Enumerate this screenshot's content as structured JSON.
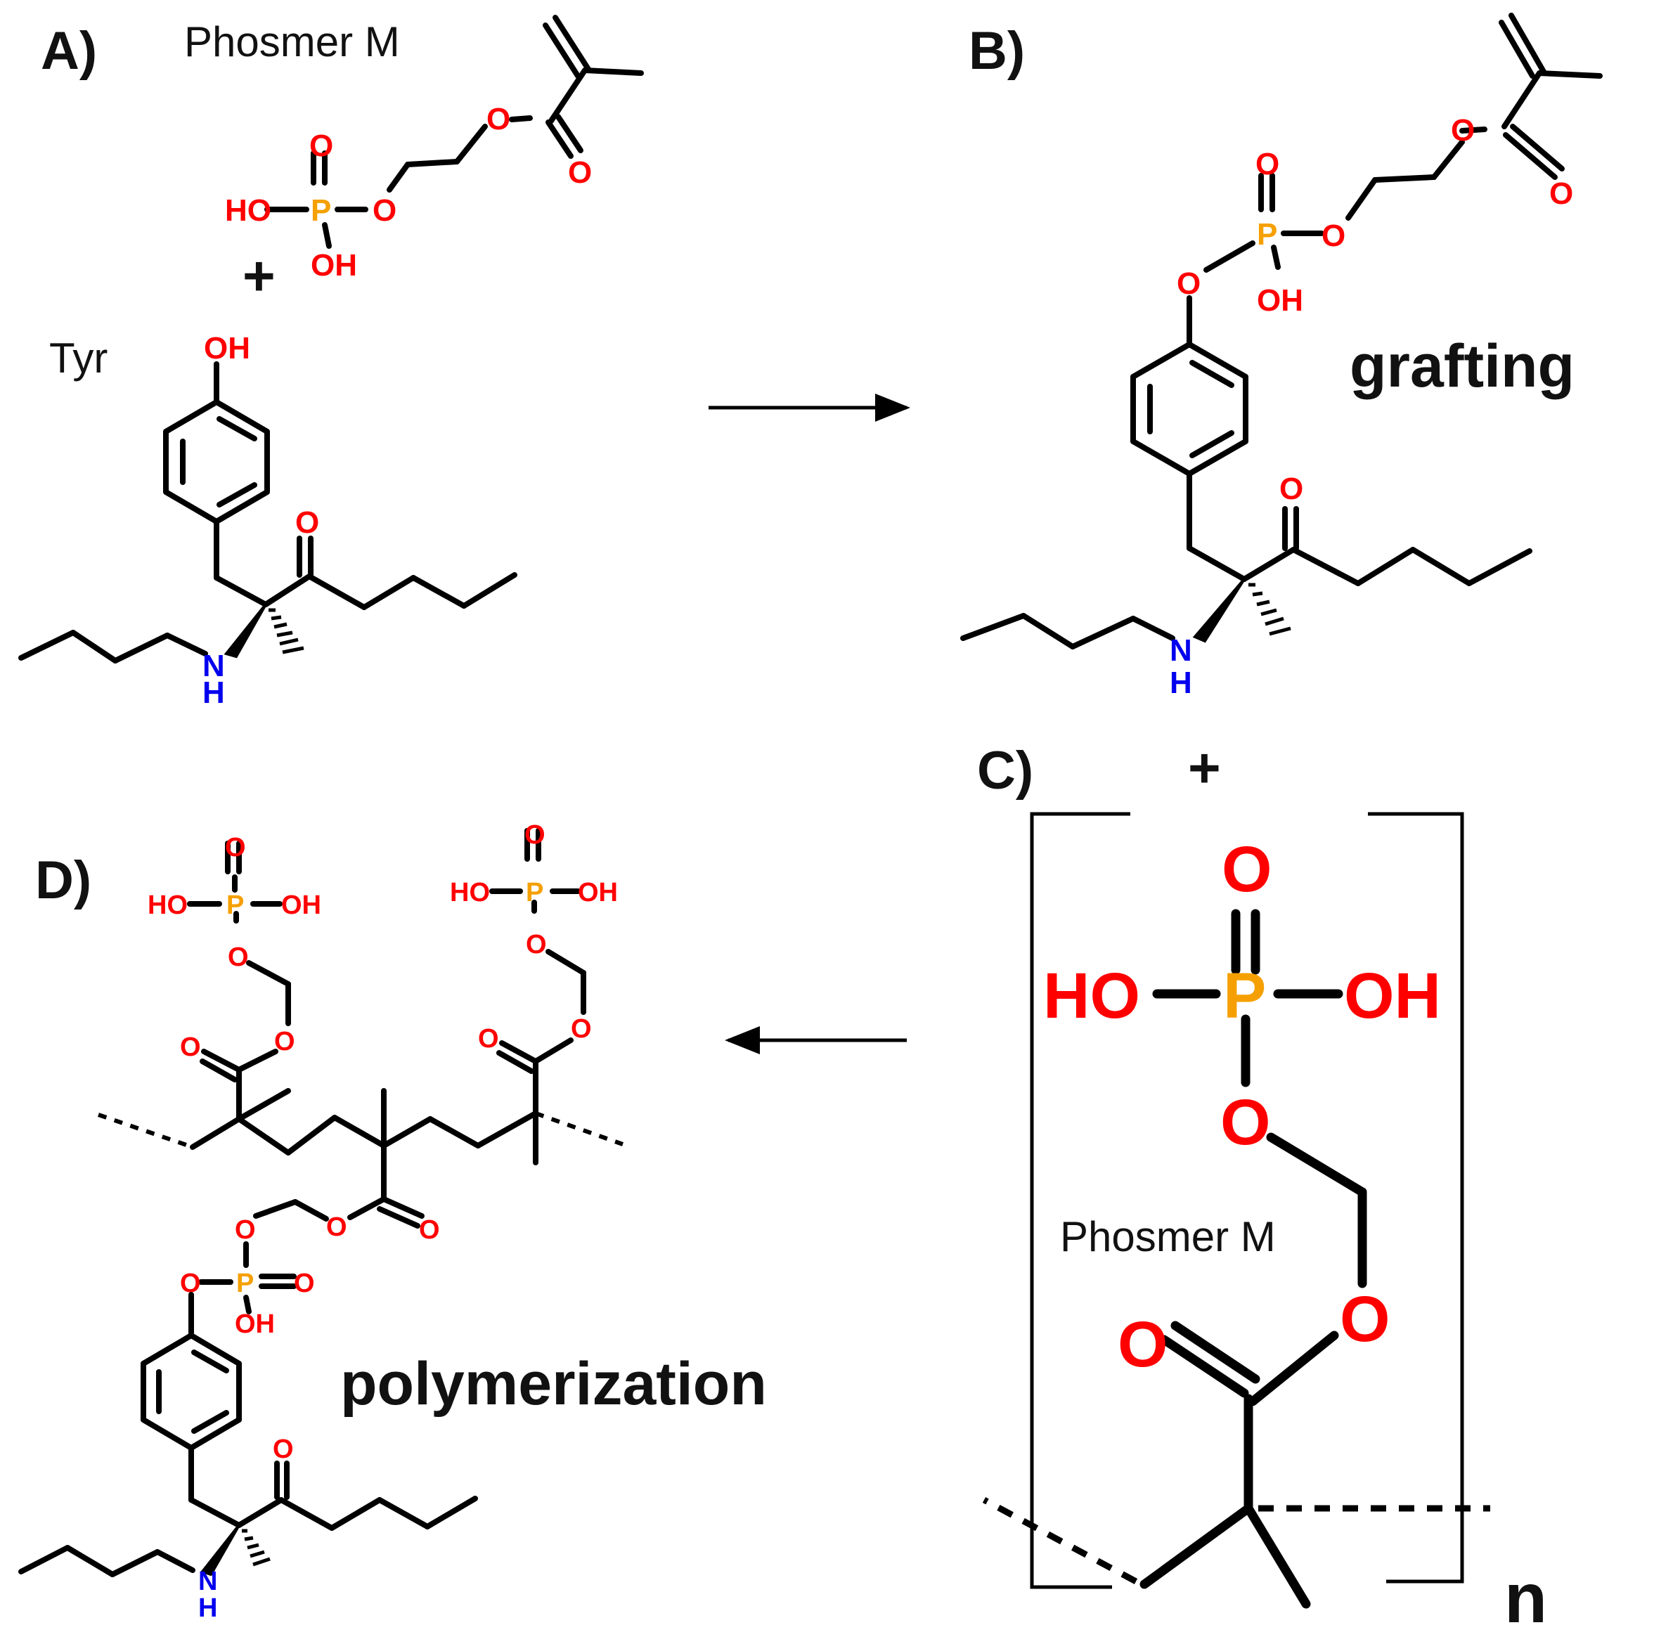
{
  "panels": {
    "a": {
      "label": "A)",
      "monomer_name": "Phosmer M",
      "plus": "+",
      "amino_acid_name": "Tyr"
    },
    "b": {
      "label": "B)",
      "process": "grafting"
    },
    "c": {
      "label": "C)",
      "plus": "+",
      "monomer_name": "Phosmer M",
      "repeat_subscript": "n"
    },
    "d": {
      "label": "D)",
      "process": "polymerization"
    }
  },
  "atoms": {
    "O": "O",
    "HO": "HO",
    "OH": "OH",
    "P": "P",
    "N": "N",
    "H": "H"
  },
  "colors": {
    "bond": "#000000",
    "oxygen": "#ff0000",
    "phosphorus": "#f5a000",
    "nitrogen": "#0000ee",
    "text": "#111111"
  }
}
